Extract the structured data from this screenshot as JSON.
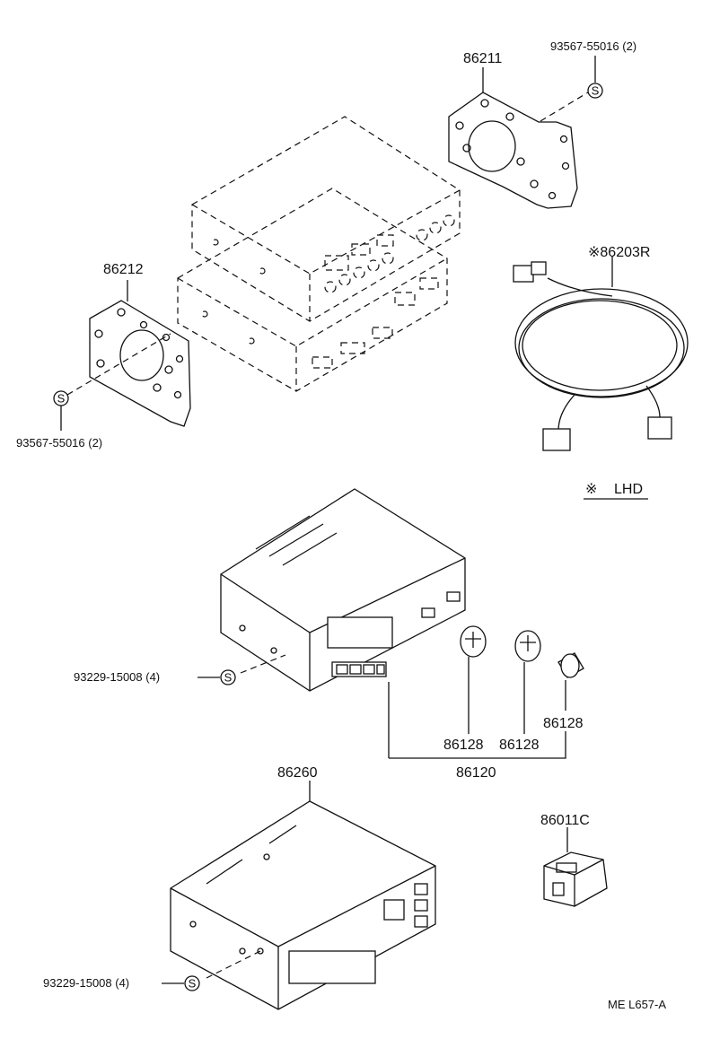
{
  "labels": {
    "p86211": "86211",
    "screw_top": "93567-55016 (2)",
    "p86212": "86212",
    "screw_left": "93567-55016 (2)",
    "p86203R": "86203R",
    "lhd_note": "LHD",
    "screw_mid": "93229-15008 (4)",
    "k1": "86128",
    "k2": "86128",
    "k3": "86128",
    "knob_set": "86120",
    "p86260": "86260",
    "p86011C": "86011C",
    "screw_bottom": "93229-15008 (4)",
    "diagram_code": "ME L657-A"
  },
  "symbols": {
    "screw": "S",
    "lhd_mark": "※"
  }
}
